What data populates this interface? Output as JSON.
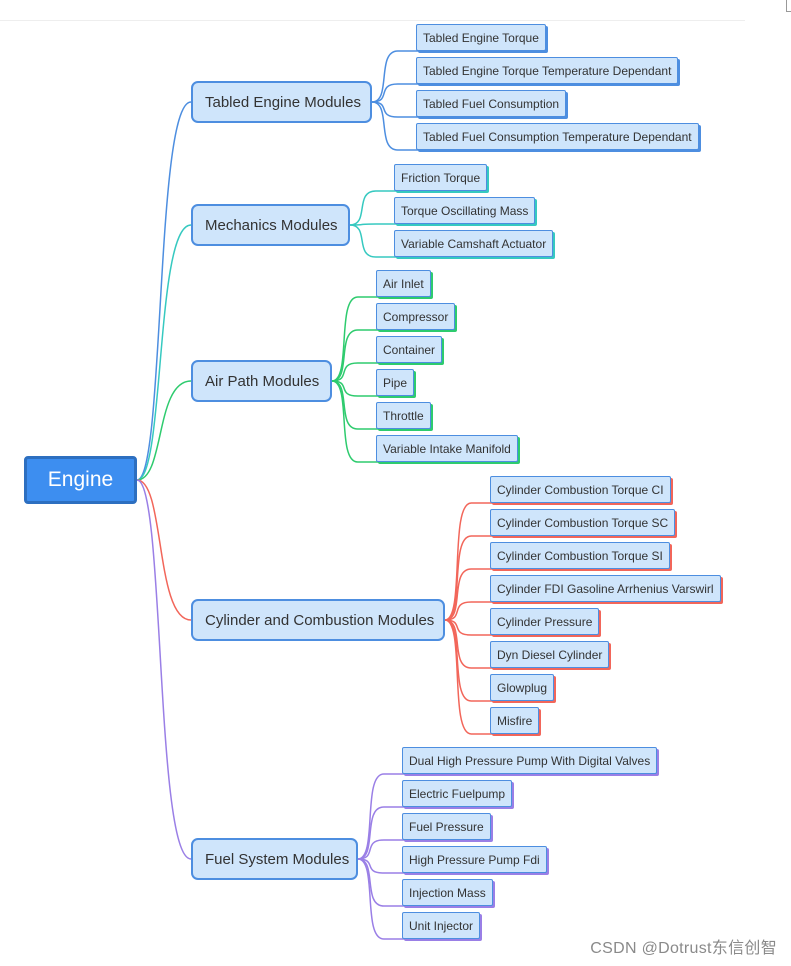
{
  "root": {
    "label": "Engine"
  },
  "colors": {
    "root": "#3d8ef0",
    "node_fill": "#cfe5fb",
    "node_border": "#4d8ee0",
    "branch_colors": [
      "#4d8ee0",
      "#36c9c0",
      "#2ecb6e",
      "#f2665a",
      "#9a7fe6"
    ]
  },
  "branches": [
    {
      "label": "Tabled Engine Modules",
      "color": "#4d8ee0",
      "children": [
        "Tabled Engine Torque",
        "Tabled Engine Torque Temperature Dependant",
        "Tabled Fuel Consumption",
        "Tabled Fuel Consumption Temperature Dependant"
      ]
    },
    {
      "label": "Mechanics Modules",
      "color": "#36c9c0",
      "children": [
        "Friction Torque",
        "Torque Oscillating Mass",
        "Variable Camshaft Actuator"
      ]
    },
    {
      "label": "Air Path Modules",
      "color": "#2ecb6e",
      "children": [
        "Air Inlet",
        "Compressor",
        "Container",
        "Pipe",
        "Throttle",
        "Variable Intake Manifold"
      ]
    },
    {
      "label": "Cylinder and Combustion Modules",
      "color": "#f2665a",
      "children": [
        "Cylinder Combustion Torque CI",
        "Cylinder Combustion Torque SC",
        "Cylinder Combustion Torque SI",
        "Cylinder FDI Gasoline Arrhenius Varswirl",
        "Cylinder Pressure",
        "Dyn Diesel Cylinder",
        "Glowplug",
        "Misfire"
      ]
    },
    {
      "label": "Fuel System Modules",
      "color": "#9a7fe6",
      "children": [
        "Dual High Pressure Pump With Digital Valves",
        "Electric Fuelpump",
        "Fuel Pressure",
        "High Pressure Pump Fdi",
        "Injection Mass",
        "Unit Injector"
      ]
    }
  ],
  "watermark": "CSDN @Dotrust东信创智"
}
